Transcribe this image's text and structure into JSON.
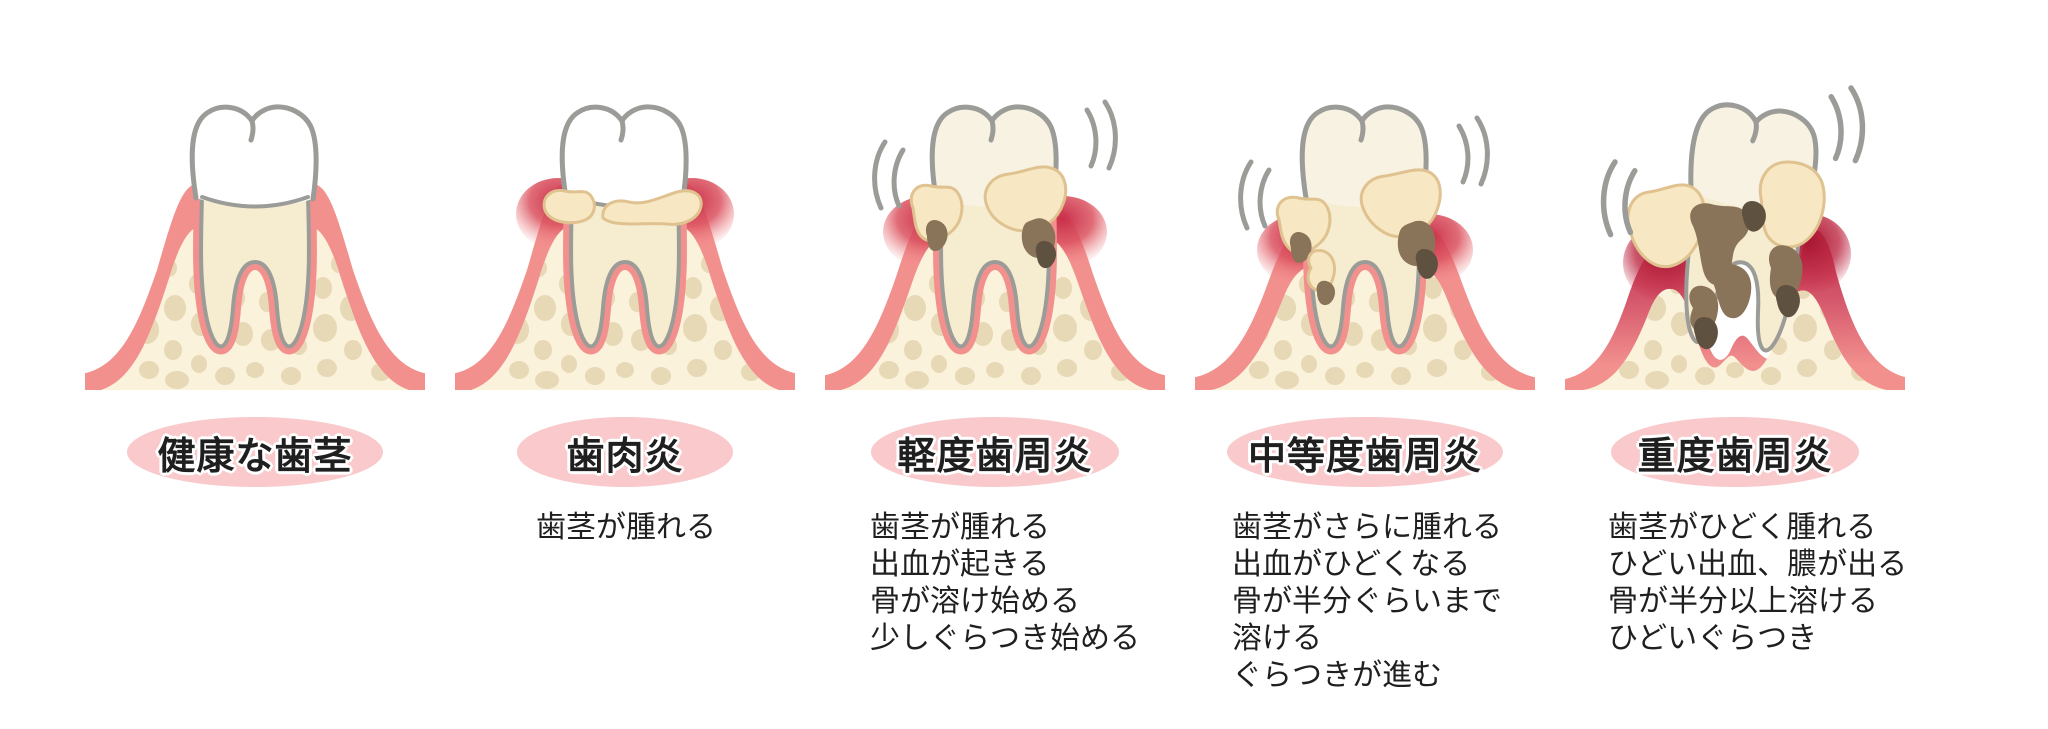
{
  "background": "#FFFFFF",
  "colors": {
    "gum_pink": "#F2908E",
    "inflamed_red": "#D43850",
    "severe_red": "#C02743",
    "bone_cream": "#FBF2DC",
    "pebble": "#E7D8B6",
    "dentin": "#F6ECCF",
    "crown_white": "#FFFFFF",
    "crown_ivory": "#F8F2E2",
    "outline_gray": "#9B9B98",
    "plaque": "#F7E8C3",
    "plaque_outline": "#DFC290",
    "tartar_brown": "#8A7459",
    "tartar_dark": "#5F5140",
    "label_bg": "#F9C9CB",
    "text": "#1F1F1F"
  },
  "stages": [
    {
      "id": "healthy",
      "label": "健康な歯茎",
      "descriptions": []
    },
    {
      "id": "gingivitis",
      "label": "歯肉炎",
      "descriptions": [
        "歯茎が腫れる"
      ]
    },
    {
      "id": "mild-periodontitis",
      "label": "軽度歯周炎",
      "descriptions": [
        "歯茎が腫れる",
        "出血が起きる",
        "骨が溶け始める",
        "少しぐらつき始める"
      ]
    },
    {
      "id": "moderate-periodontitis",
      "label": "中等度歯周炎",
      "descriptions": [
        "歯茎がさらに腫れる",
        "出血がひどくなる",
        "骨が半分ぐらいまで",
        "溶ける",
        "ぐらつきが進む"
      ]
    },
    {
      "id": "severe-periodontitis",
      "label": "重度歯周炎",
      "descriptions": [
        "歯茎がひどく腫れる",
        "ひどい出血、膿が出る",
        "骨が半分以上溶ける",
        "ひどいぐらつき"
      ]
    }
  ]
}
